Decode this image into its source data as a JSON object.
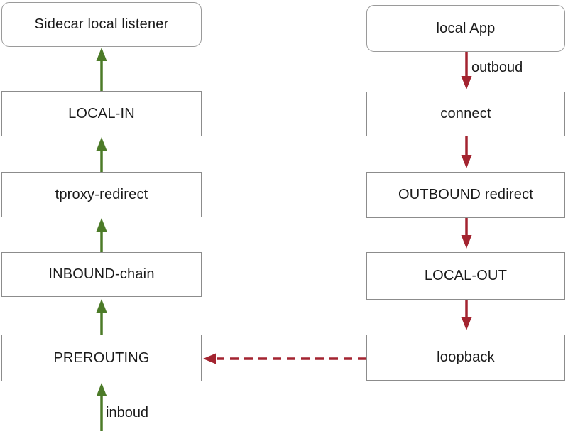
{
  "left_column": {
    "boxes": [
      {
        "label": "Sidecar local listener"
      },
      {
        "label": "LOCAL-IN"
      },
      {
        "label": "tproxy-redirect"
      },
      {
        "label": "INBOUND-chain"
      },
      {
        "label": "PREROUTING"
      }
    ],
    "edge_label": "inboud"
  },
  "right_column": {
    "boxes": [
      {
        "label": "local App"
      },
      {
        "label": "connect"
      },
      {
        "label": "OUTBOUND redirect"
      },
      {
        "label": "LOCAL-OUT"
      },
      {
        "label": "loopback"
      }
    ],
    "edge_label": "outboud"
  },
  "colors": {
    "inbound_arrow_green": "#4c7b28",
    "outbound_arrow_red": "#a32430",
    "box_border": "#8c8c8c",
    "rounded_box_border": "#9a9a9a",
    "text": "#1a1a1a"
  }
}
